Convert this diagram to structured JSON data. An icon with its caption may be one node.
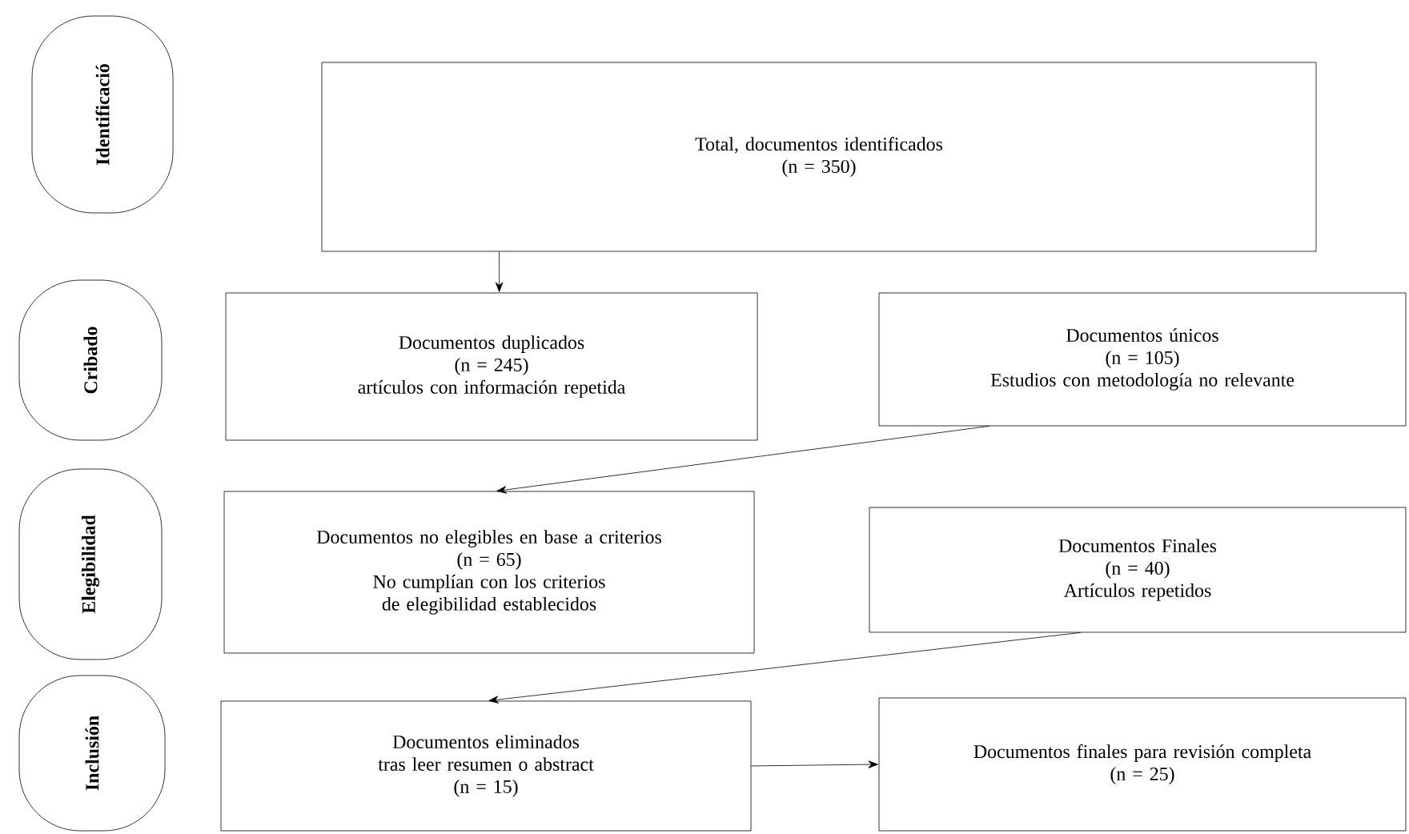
{
  "diagram": {
    "nodes": [
      {
        "text": [
          "Identificació"
        ]
      },
      {
        "text": [
          "Cribado"
        ]
      },
      {
        "text": [
          "Elegibilidad"
        ]
      },
      {
        "text": [
          "Inclusión"
        ]
      },
      {
        "text": [
          "Total, documentos identificados",
          "(n = 350)"
        ]
      },
      {
        "text": [
          "Documentos duplicados",
          "(n = 245)",
          "artículos con información repetida"
        ]
      },
      {
        "text": [
          "Documentos únicos",
          "(n = 105)",
          "Estudios con metodología no relevante"
        ]
      },
      {
        "text": [
          "Documentos no elegibles en base a criterios",
          "(n = 65)",
          "No cumplían con los criterios de elegibilidad establecidos"
        ]
      },
      {
        "text": [
          "Documentos Finales",
          "(n = 40)",
          "Artículos repetidos"
        ]
      },
      {
        "text": [
          "Documentos eliminados tras leer resumen o abstract",
          "(n = 15)"
        ]
      },
      {
        "text": [
          "Documentos finales para revisión completa",
          "(n = 25)"
        ]
      }
    ],
    "edges": [
      {
        "from": 4,
        "to": 5,
        "arrow": "to"
      },
      {
        "from": 6,
        "to": 7,
        "arrow": "to"
      },
      {
        "from": 8,
        "to": 9,
        "arrow": "to"
      },
      {
        "from": 9,
        "to": 10,
        "arrow": "to"
      }
    ]
  }
}
